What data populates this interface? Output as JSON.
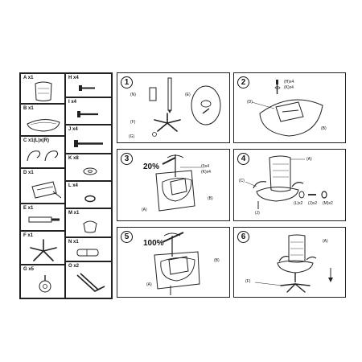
{
  "parts": [
    {
      "code": "A x1"
    },
    {
      "code": "B x1"
    },
    {
      "code": "C x1(L)x(R)"
    },
    {
      "code": "D x1"
    },
    {
      "code": "E x1"
    },
    {
      "code": "F x1"
    },
    {
      "code": "G x5"
    }
  ],
  "hardware": [
    {
      "code": "H x4"
    },
    {
      "code": "I x4"
    },
    {
      "code": "J x4"
    },
    {
      "code": "K x8"
    },
    {
      "code": "L x4"
    },
    {
      "code": "M x1"
    },
    {
      "code": "N x1"
    },
    {
      "code": "O x2"
    }
  ],
  "steps": [
    {
      "number": "1",
      "labels": [
        "(N)",
        "(E)",
        "(F)",
        "(G)"
      ]
    },
    {
      "number": "2",
      "labels": [
        "(H)x4",
        "(K)x4",
        "(D)",
        "(B)"
      ]
    },
    {
      "number": "3",
      "percent": "20%",
      "labels": [
        "(I)x4",
        "(K)x4",
        "(B)",
        "(A)"
      ]
    },
    {
      "number": "4",
      "labels": [
        "(A)",
        "(C)",
        "(J)",
        "(L)x2",
        "(J)x2",
        "(M)x2"
      ]
    },
    {
      "number": "5",
      "percent": "100%",
      "labels": [
        "(B)",
        "(A)"
      ]
    },
    {
      "number": "6",
      "labels": [
        "(A)",
        "(F)"
      ]
    }
  ]
}
